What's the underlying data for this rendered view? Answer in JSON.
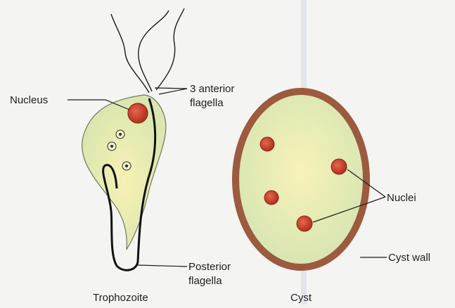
{
  "labels": {
    "nucleus": "Nucleus",
    "anterior_flagella_line1": "3 anterior",
    "anterior_flagella_line2": "flagella",
    "posterior_flagella_line1": "Posterior",
    "posterior_flagella_line2": "flagella",
    "nuclei": "Nuclei",
    "cyst_wall": "Cyst wall",
    "trophozoite": "Trophozoite",
    "cyst": "Cyst"
  },
  "colors": {
    "background": "#f4f4f2",
    "cell_fill": "#dfe8b4",
    "cell_center": "#f6efb0",
    "cyst_wall": "#9c5a3f",
    "nucleus": "#c0392b",
    "outline": "#1a1a1a"
  }
}
